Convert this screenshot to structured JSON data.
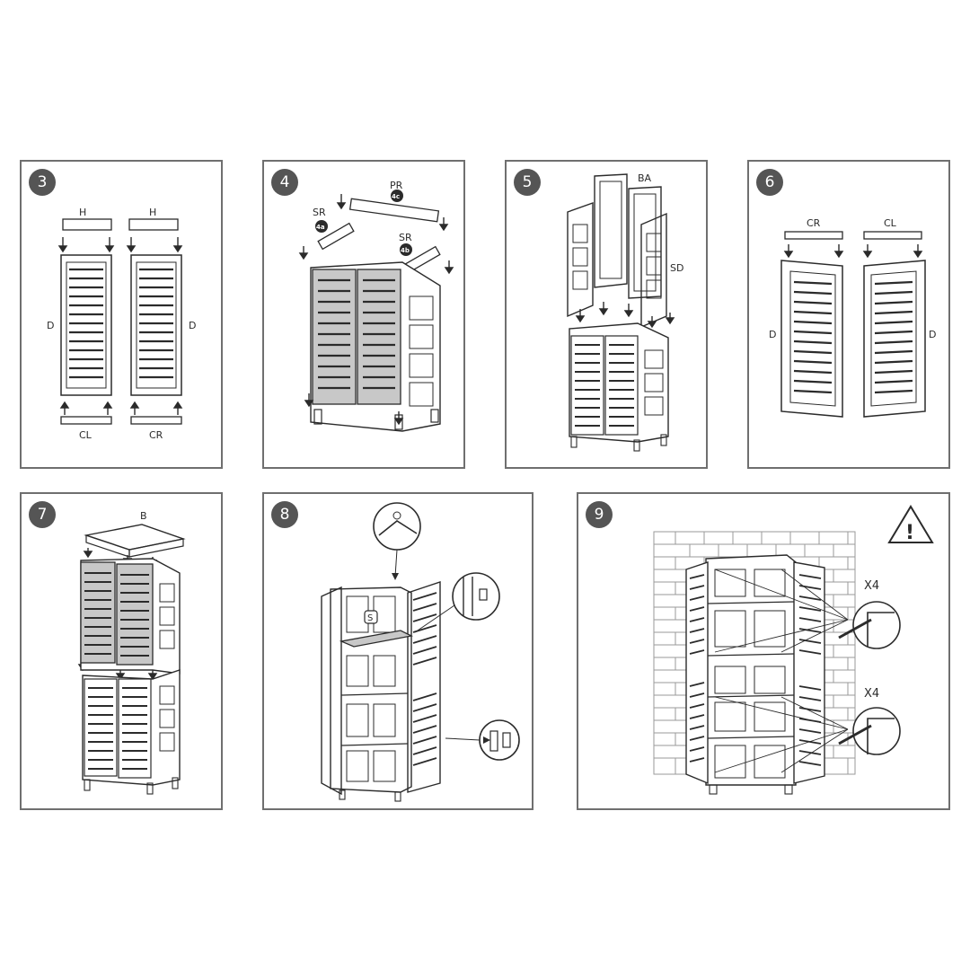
{
  "colors": {
    "frame": "#6f6f6f",
    "badge": "#555555",
    "ink": "#2b2b2b",
    "door_fill": "#c8c8c8"
  },
  "steps": [
    {
      "number": "3",
      "labels": {
        "h_left": "H",
        "h_right": "H",
        "d_left": "D",
        "d_right": "D",
        "cl": "CL",
        "cr": "CR"
      }
    },
    {
      "number": "4",
      "labels": {
        "pr": "PR",
        "pr_tag": "4c",
        "sr_left": "SR",
        "sr_left_tag": "4a",
        "sr_right": "SR",
        "sr_right_tag": "4b"
      }
    },
    {
      "number": "5",
      "labels": {
        "ba": "BA",
        "sd": "SD"
      }
    },
    {
      "number": "6",
      "labels": {
        "cr": "CR",
        "cl": "CL",
        "d_left": "D",
        "d_right": "D"
      }
    },
    {
      "number": "7",
      "labels": {
        "b": "B"
      }
    },
    {
      "number": "8",
      "labels": {
        "s": "S"
      }
    },
    {
      "number": "9",
      "labels": {
        "warning": "!",
        "x4_top": "X4",
        "x4_bottom": "X4"
      }
    }
  ]
}
